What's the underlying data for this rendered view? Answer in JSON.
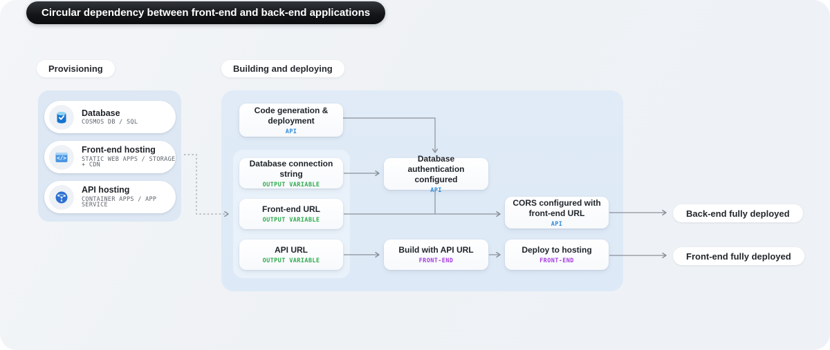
{
  "title": "Circular dependency between front-end and back-end applications",
  "provisioning": {
    "label": "Provisioning",
    "cards": [
      {
        "title": "Database",
        "subtitle": "COSMOS DB / SQL",
        "icon": "database-icon"
      },
      {
        "title": "Front-end hosting",
        "subtitle": "STATIC WEB APPS / STORAGE + CDN",
        "icon": "code-window-icon"
      },
      {
        "title": "API hosting",
        "subtitle": "CONTAINER APPS / APP SERVICE",
        "icon": "globe-network-icon"
      }
    ]
  },
  "building": {
    "label": "Building and deploying",
    "nodes": {
      "code_gen": {
        "title": "Code generation & deployment",
        "tag": "API"
      },
      "db_conn": {
        "title": "Database connection string",
        "tag": "OUTPUT VARIABLE"
      },
      "frontend_url": {
        "title": "Front-end URL",
        "tag": "OUTPUT VARIABLE"
      },
      "api_url": {
        "title": "API URL",
        "tag": "OUTPUT VARIABLE"
      },
      "db_auth": {
        "title": "Database authentication configured",
        "tag": "API"
      },
      "build_api": {
        "title": "Build with API URL",
        "tag": "FRONT-END"
      },
      "cors": {
        "title": "CORS configured with front-end URL",
        "tag": "API"
      },
      "deploy": {
        "title": "Deploy to hosting",
        "tag": "FRONT-END"
      }
    }
  },
  "outcomes": {
    "backend": "Back-end fully deployed",
    "frontend": "Front-end fully deployed"
  },
  "colors": {
    "tag_api": "#2e8bd8",
    "tag_output": "#31ac4f",
    "tag_frontend": "#a63ce0",
    "arrow": "#8a9099",
    "title_bg": "#121417",
    "provisioning_bg": "#dde8f4",
    "building_bg": "#dfeaf6"
  }
}
